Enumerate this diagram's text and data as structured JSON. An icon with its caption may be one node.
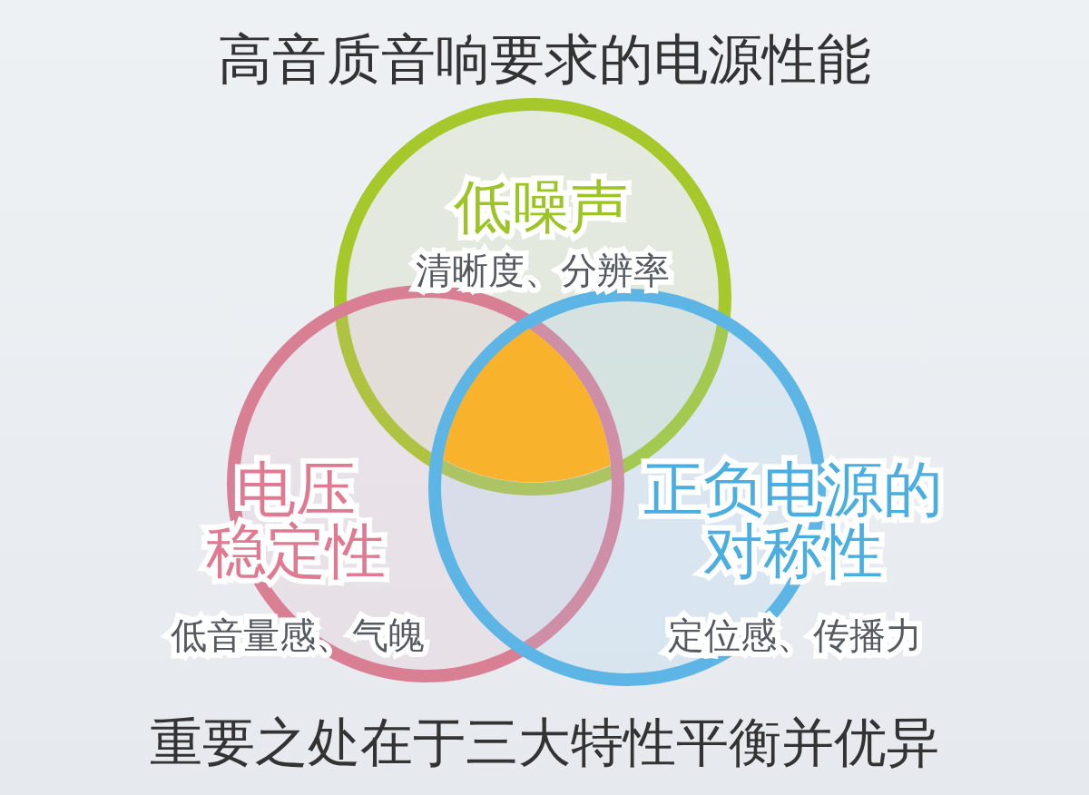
{
  "diagram": {
    "title": "高音质音响要求的电源性能",
    "caption": "重要之处在于三大特性平衡并优异",
    "nodes": [
      {
        "text": [
          "低噪声",
          "清晰度、分辨率"
        ]
      },
      {
        "text": [
          "电压稳定性",
          "低音量感、气魄"
        ]
      },
      {
        "text": [
          "正负电源的对称性",
          "定位感、传播力"
        ]
      },
      {
        "text": [],
        "shape": "triangle"
      }
    ]
  }
}
